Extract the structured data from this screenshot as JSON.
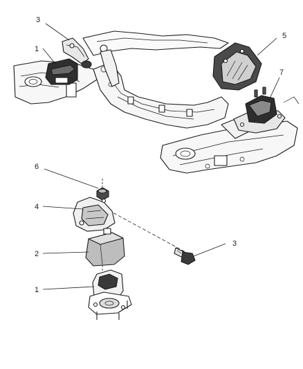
{
  "callouts": {
    "top_left_3": "3",
    "top_left_1": "1",
    "top_right_5": "5",
    "top_right_7": "7",
    "bottom_6": "6",
    "bottom_4": "4",
    "bottom_3": "3",
    "bottom_2": "2",
    "bottom_1": "1"
  },
  "colors": {
    "line": "#1a1a1a",
    "fill_light": "#f2f2f2",
    "fill_mid": "#bdbdbd",
    "fill_dark": "#3a3a3a"
  }
}
